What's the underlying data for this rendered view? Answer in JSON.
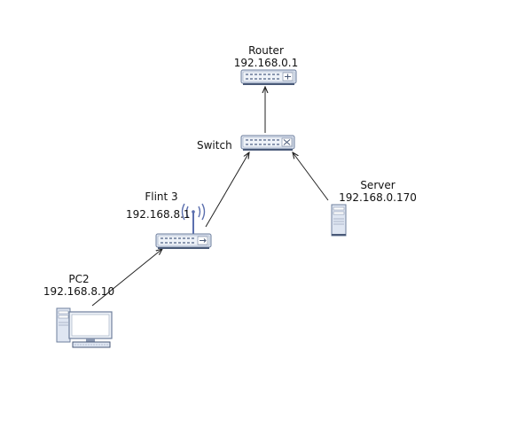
{
  "nodes": {
    "router": {
      "name": "Router",
      "ip": "192.168.0.1",
      "icon": "router-icon"
    },
    "switch": {
      "name": "Switch",
      "icon": "switch-icon"
    },
    "flint": {
      "name": "Flint 3",
      "ip": "192.168.8.1",
      "icon": "wireless-router-icon"
    },
    "server": {
      "name": "Server",
      "ip": "192.168.0.170",
      "icon": "server-tower-icon"
    },
    "pc": {
      "name": "PC2",
      "ip": "192.168.8.10",
      "icon": "desktop-pc-icon"
    }
  },
  "links": [
    {
      "from": "switch",
      "to": "router",
      "arrow": "to"
    },
    {
      "from": "flint",
      "to": "switch",
      "arrow": "to"
    },
    {
      "from": "server",
      "to": "switch",
      "arrow": "to"
    },
    {
      "from": "pc",
      "to": "flint",
      "arrow": "to"
    }
  ],
  "colors": {
    "device_fill": "#dfe6f2",
    "device_stroke": "#6e7f9c",
    "device_dark": "#4a5a78",
    "antenna": "#5b6fae",
    "line": "#222222"
  }
}
